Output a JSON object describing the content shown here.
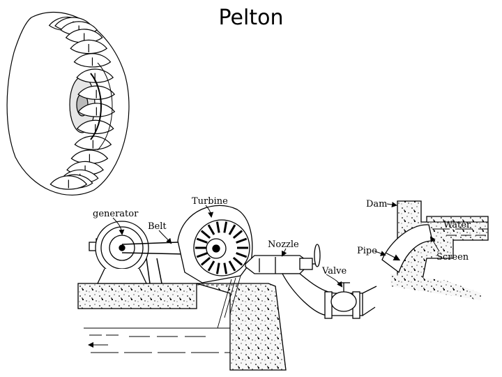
{
  "slide": {
    "title": "Pelton"
  },
  "diagram": {
    "labels": {
      "generator": "generator",
      "belt": "Belt",
      "turbine": "Turbine",
      "nozzle": "Nozzle",
      "valve": "Valve",
      "dam": "Dam",
      "water": "Water",
      "pipe": "Pipe",
      "screen": "Screen"
    }
  },
  "colors": {
    "ink": "#000000",
    "background": "#ffffff",
    "concrete": "#f4f4f4"
  }
}
